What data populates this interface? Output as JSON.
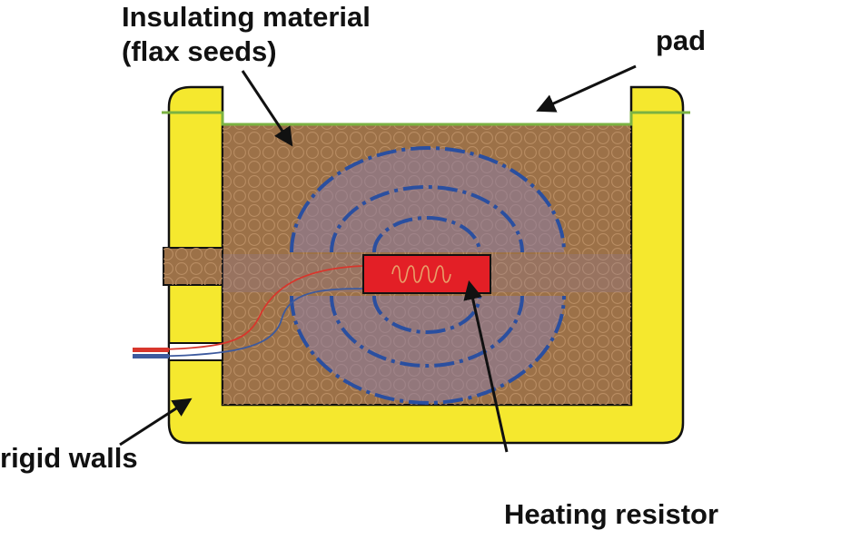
{
  "diagram": {
    "labels": {
      "insulating_material_line1": "Insulating material",
      "insulating_material_line2": "(flax seeds)",
      "pad": "pad",
      "rigid_walls": "rigid walls",
      "heating_resistor": "Heating resistor"
    },
    "colors": {
      "wall": "#f5e82e",
      "insulation": "#9c7148",
      "insulation_dot": "#b98d63",
      "heater": "#e31f26",
      "coil": "#e8a06a",
      "field_line": "#2a4fa0",
      "field_fill": "#8a7ca6",
      "pad": "#7bb242",
      "wire_red": "#d8362c",
      "wire_blue": "#3d5a9e",
      "arrow": "#111111"
    }
  }
}
